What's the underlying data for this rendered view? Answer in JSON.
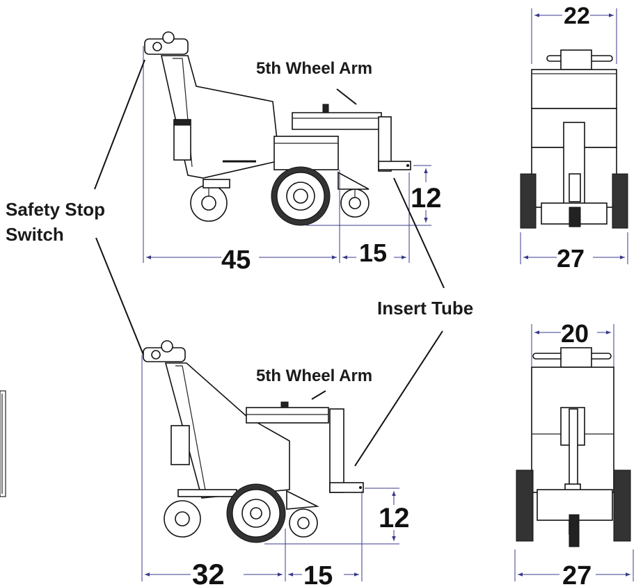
{
  "labels": {
    "safety_stop": "Safety Stop",
    "switch": "Switch",
    "fifth_wheel_arm_top": "5th Wheel Arm",
    "fifth_wheel_arm_bottom": "5th Wheel Arm",
    "insert_tube": "Insert Tube"
  },
  "dimensions": {
    "top_side_length": "45",
    "top_side_arm": "15",
    "top_side_height": "12",
    "top_front_width_top": "22",
    "top_front_width_bottom": "27",
    "bottom_side_length": "32",
    "bottom_side_arm": "15",
    "bottom_side_height": "12",
    "bottom_front_width_top": "20",
    "bottom_front_width_bottom": "27"
  }
}
